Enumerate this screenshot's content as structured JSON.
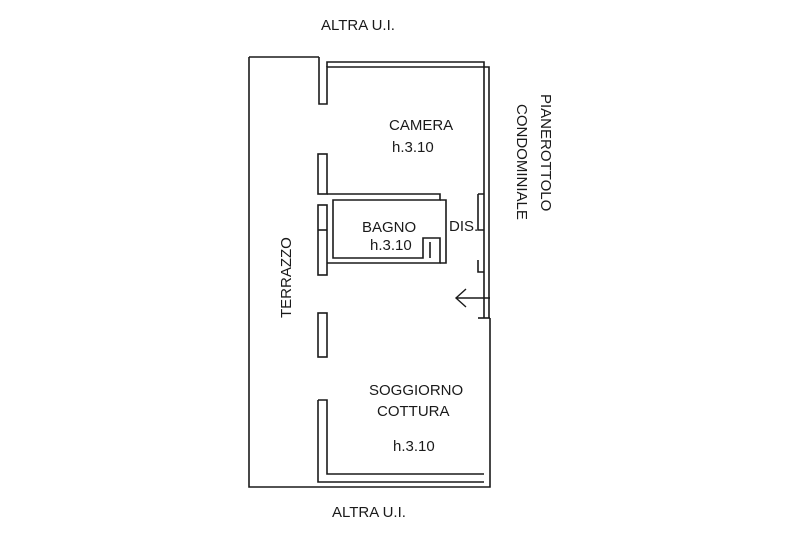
{
  "floorplan": {
    "labels": {
      "top_neighbor": "ALTRA U.I.",
      "bottom_neighbor": "ALTRA U.I.",
      "terrace": "TERRAZZO",
      "landing_line1": "PIANEROTTOLO",
      "landing_line2": "CONDOMINIALE"
    },
    "rooms": {
      "camera": {
        "name": "CAMERA",
        "height": "h.3.10"
      },
      "bagno": {
        "name": "BAGNO",
        "height": "h.3.10"
      },
      "dis": {
        "name": "DIS."
      },
      "soggiorno": {
        "name_line1": "SOGGIORNO",
        "name_line2": "COTTURA",
        "height": "h.3.10"
      }
    },
    "icons": {
      "entrance": "entrance-arrow-icon"
    },
    "colors": {
      "ink": "#1a1a1a",
      "background": "#ffffff"
    }
  }
}
